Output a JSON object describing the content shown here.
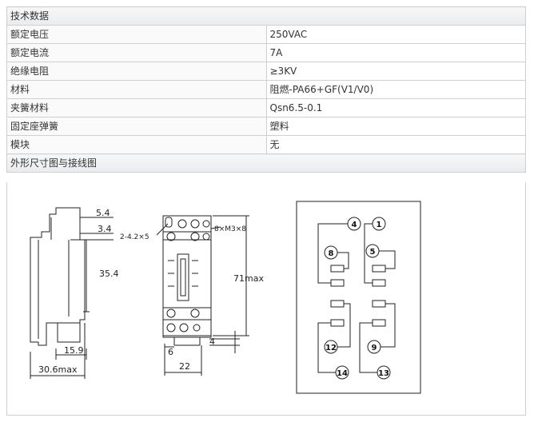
{
  "table": {
    "header": "技术数据",
    "rows": [
      {
        "label": "额定电压",
        "value": "250VAC"
      },
      {
        "label": "额定电流",
        "value": "7A"
      },
      {
        "label": "绝缘电阻",
        "value": "≥3KV"
      },
      {
        "label": "材料",
        "value": "阻燃-PA66+GF(V1/V0)"
      },
      {
        "label": "夹簧材料",
        "value": "Qsn6.5-0.1"
      },
      {
        "label": "固定座弹簧",
        "value": "塑料"
      },
      {
        "label": "模块",
        "value": "无"
      }
    ],
    "diagram_header": "外形尺寸图与接线图"
  },
  "drawing": {
    "side_dims": [
      "5.4",
      "3.4",
      "35.4",
      "15.9",
      "30.6max"
    ],
    "front_dims": [
      "2-4.2×5",
      "8×M3×8",
      "71max",
      "4",
      "6",
      "22"
    ],
    "terminals": [
      "4",
      "1",
      "8",
      "5",
      "12",
      "9",
      "14",
      "13"
    ]
  }
}
